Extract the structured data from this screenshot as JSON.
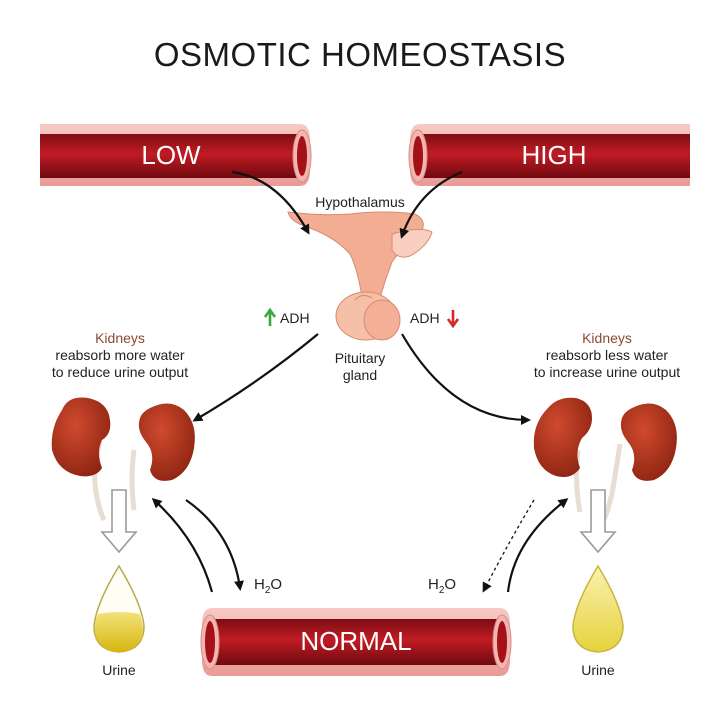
{
  "title": "OSMOTIC HOMEOSTASIS",
  "vessels": {
    "low": "LOW",
    "high": "HIGH",
    "normal": "NORMAL"
  },
  "hypothalamus": "Hypothalamus",
  "pituitary": {
    "line1": "Pituitary",
    "line2": "gland"
  },
  "adh_left": "ADH",
  "adh_right": "ADH",
  "kidneys_left": {
    "title": "Kidneys",
    "line1": "reabsorb more water",
    "line2": "to reduce urine output"
  },
  "kidneys_right": {
    "title": "Kidneys",
    "line1": "reabsorb less water",
    "line2": "to increase urine output"
  },
  "urine_left": "Urine",
  "urine_right": "Urine",
  "h2o_left": {
    "base": "H",
    "sub": "2",
    "tail": "O"
  },
  "h2o_right": {
    "base": "H",
    "sub": "2",
    "tail": "O"
  },
  "icons": {
    "up": "green-up-arrow-icon",
    "down": "red-down-arrow-icon"
  },
  "colors": {
    "vessel": "#b5161f",
    "vessel_dark": "#7d0d14",
    "vessel_wall": "#f3b8b4",
    "gland": "#f4b39a",
    "kidney": "#b8321e",
    "urine_left": "#e8cd19",
    "urine_right": "#f1e05a",
    "up": "#3aa83a",
    "down": "#d12b2b"
  }
}
